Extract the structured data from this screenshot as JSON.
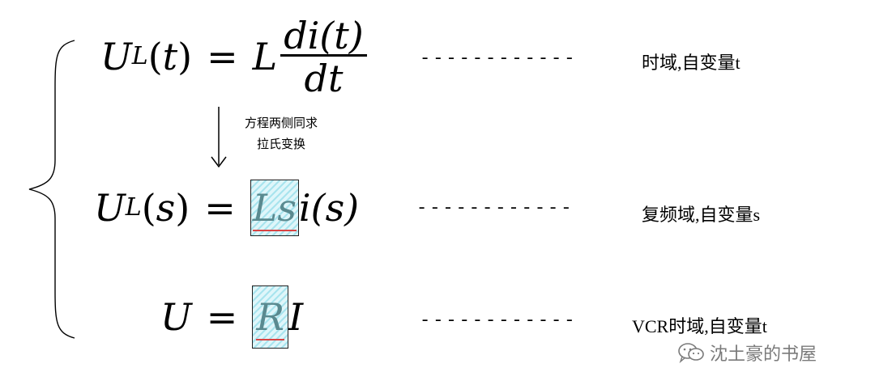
{
  "equations": {
    "eq1": {
      "lhs_var": "U",
      "lhs_sub": "L",
      "lhs_arg": "(t)",
      "equals": "=",
      "coef": "L",
      "numerator": "di(t)",
      "denominator": "dt",
      "dashes": "------------",
      "label": "时域,自变量t"
    },
    "transform_note": {
      "line1": "方程两侧同求",
      "line2": "拉氏变换"
    },
    "eq2": {
      "lhs_var": "U",
      "lhs_sub": "L",
      "lhs_arg": "(s)",
      "equals": "=",
      "highlight": "Ls",
      "rhs_rest": "i(s)",
      "dashes": "------------",
      "label": "复频域,自变量s"
    },
    "eq3": {
      "lhs_var": "U",
      "equals": "=",
      "highlight": "R",
      "rhs_rest": "I",
      "dashes": "------------",
      "label": "VCR时域,自变量t"
    }
  },
  "watermark": {
    "icon": "wechat-icon",
    "text": "沈土豪的书屋"
  }
}
